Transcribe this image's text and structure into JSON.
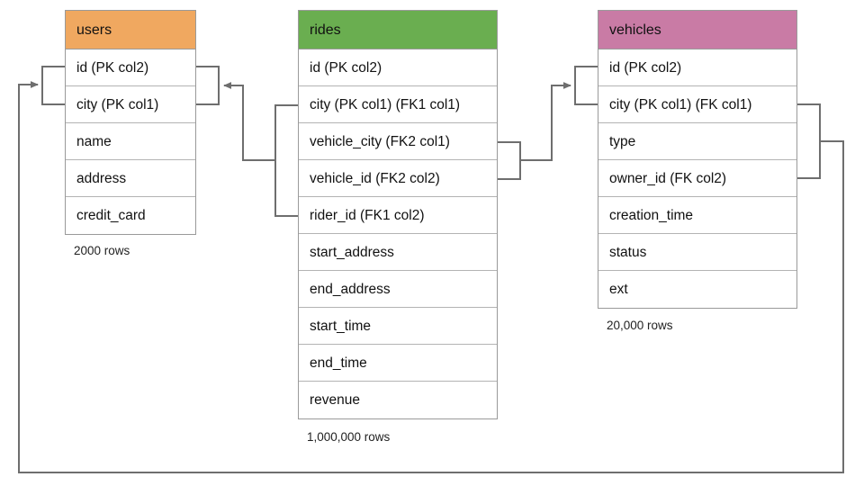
{
  "diagram": {
    "title": "database-schema-er-diagram",
    "background": "#ffffff",
    "line_color": "#6e6e6e",
    "border_color": "#9a9a9a"
  },
  "tables": [
    {
      "name": "users",
      "header_label": "users",
      "header_color": "#f0a860",
      "row_count_label": "2000 rows",
      "columns": [
        {
          "label": "id (PK col2)"
        },
        {
          "label": "city (PK col1)"
        },
        {
          "label": "name"
        },
        {
          "label": "address"
        },
        {
          "label": "credit_card"
        }
      ]
    },
    {
      "name": "rides",
      "header_label": "rides",
      "header_color": "#6aae50",
      "row_count_label": "1,000,000 rows",
      "columns": [
        {
          "label": "id (PK col2)"
        },
        {
          "label": "city (PK col1) (FK1 col1)"
        },
        {
          "label": "vehicle_city (FK2 col1)"
        },
        {
          "label": "vehicle_id (FK2 col2)"
        },
        {
          "label": "rider_id (FK1 col2)"
        },
        {
          "label": "start_address"
        },
        {
          "label": "end_address"
        },
        {
          "label": "start_time"
        },
        {
          "label": "end_time"
        },
        {
          "label": "revenue"
        }
      ]
    },
    {
      "name": "vehicles",
      "header_label": "vehicles",
      "header_color": "#c97ba5",
      "row_count_label": "20,000 rows",
      "columns": [
        {
          "label": "id (PK col2)"
        },
        {
          "label": "city (PK col1) (FK col1)"
        },
        {
          "label": "type"
        },
        {
          "label": "owner_id (FK col2)"
        },
        {
          "label": "creation_time"
        },
        {
          "label": "status"
        },
        {
          "label": "ext"
        }
      ]
    }
  ],
  "relationships": [
    {
      "name": "rides-fk1-to-users",
      "from_table": "rides",
      "from_columns": [
        "city (PK col1) (FK1 col1)",
        "rider_id (FK1 col2)"
      ],
      "to_table": "users",
      "to_columns": [
        "id (PK col2)",
        "city (PK col1)"
      ]
    },
    {
      "name": "rides-fk2-to-vehicles",
      "from_table": "rides",
      "from_columns": [
        "vehicle_city (FK2 col1)",
        "vehicle_id (FK2 col2)"
      ],
      "to_table": "vehicles",
      "to_columns": [
        "id (PK col2)",
        "city (PK col1) (FK col1)"
      ]
    },
    {
      "name": "vehicles-fk-to-users",
      "from_table": "vehicles",
      "from_columns": [
        "city (PK col1) (FK col1)",
        "owner_id (FK col2)"
      ],
      "to_table": "users",
      "to_columns": [
        "id (PK col2)",
        "city (PK col1)"
      ]
    }
  ]
}
